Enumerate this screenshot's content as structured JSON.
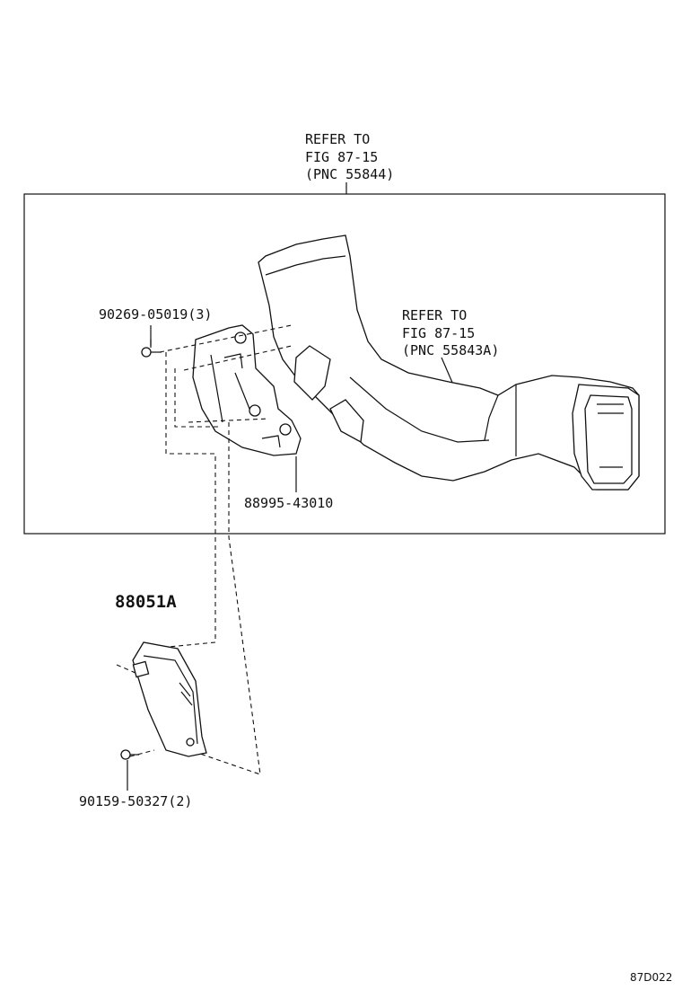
{
  "callouts": {
    "top_refer": [
      "REFER TO",
      "FIG 87-15",
      "(PNC 55844)"
    ],
    "right_refer": [
      "REFER TO",
      "FIG 87-15",
      "(PNC 55843A)"
    ],
    "bolt_upper": "90269-05019(3)",
    "bracket": "88995-43010",
    "module": "88051A",
    "bolt_lower": "90159-50327(2)"
  },
  "figure_code": "87D022"
}
